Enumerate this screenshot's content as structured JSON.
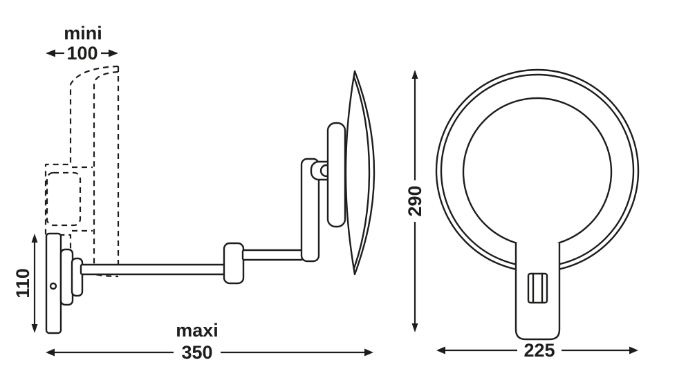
{
  "colors": {
    "line": "#1d1d1b",
    "background": "#ffffff"
  },
  "dimensions": {
    "mini": {
      "label": "mini",
      "value": "100"
    },
    "plate_height": {
      "value": "110"
    },
    "maxi": {
      "label": "maxi",
      "value": "350"
    },
    "overall_height": {
      "value": "290"
    },
    "front_width": {
      "value": "225"
    }
  }
}
